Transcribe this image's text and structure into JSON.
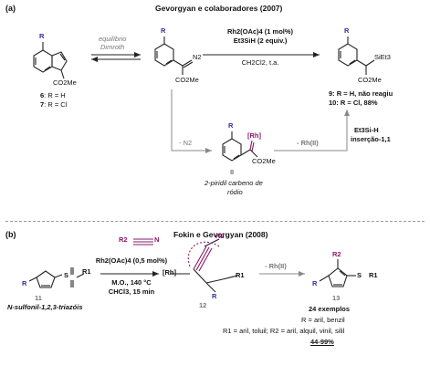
{
  "panel_a": {
    "tag": "(a)",
    "title": "Gevorgyan e colaboradores (2007)",
    "substituent_R": "R",
    "ester_label": "CO2Me",
    "n2_label": "N2",
    "equilibrium_label_1": "equilíbrio",
    "equilibrium_label_2": "Dimroth",
    "cond_line1": "Rh2(OAc)4 (1 mol%)",
    "cond_line2": "Et3SiH (2 equiv.)",
    "cond_line3": "CH2Cl2, t.a.",
    "sieth_label": "SiEt3",
    "cpd6": "6",
    "cpd6_def": ": R = H",
    "cpd7": "7",
    "cpd7_def": ": R = Cl",
    "cpd9": "9",
    "cpd9_def": ": R = H, não reagiu",
    "cpd10": "10",
    "cpd10_def": ": R = Cl, 88%",
    "loss_n2": "- N2",
    "loss_rh": "- Rh(II)",
    "rh_label": "[Rh]",
    "insertion_line1": "Et3Si-H",
    "insertion_line2": "inserção-1,1",
    "cpd8": "8",
    "carbene_line1": "2-piridil carbeno de",
    "carbene_line2": "ródio"
  },
  "panel_b": {
    "tag": "(b)",
    "title": "Fokin e Gevorgyan (2008)",
    "r_label": "R",
    "r1_label": "R1",
    "r2_label": "R2",
    "reagent_r2": "R2",
    "cond_line1": "Rh2(OAc)4 (0,5 mol%)",
    "cond_line2": "M.O., 140 °C",
    "cond_line3": "CHCl3, 15 min",
    "rh_label": "[Rh]",
    "loss_rh": "- Rh(II)",
    "cpd11": "11",
    "cpd12": "12",
    "cpd13": "13",
    "triazole_name": "N-sulfonil-1,2,3-triazóis",
    "examples": "24 exemplos",
    "scope_line1": "R = aril, benzil",
    "scope_line2": "R1 = aril, toluil; R2 = aril, alquil, vinil, silil",
    "yield": "44-99%"
  },
  "colors": {
    "r_group": "#2f2f9f",
    "rh_group": "#8a1a6a",
    "arrow_gray": "#888888"
  }
}
